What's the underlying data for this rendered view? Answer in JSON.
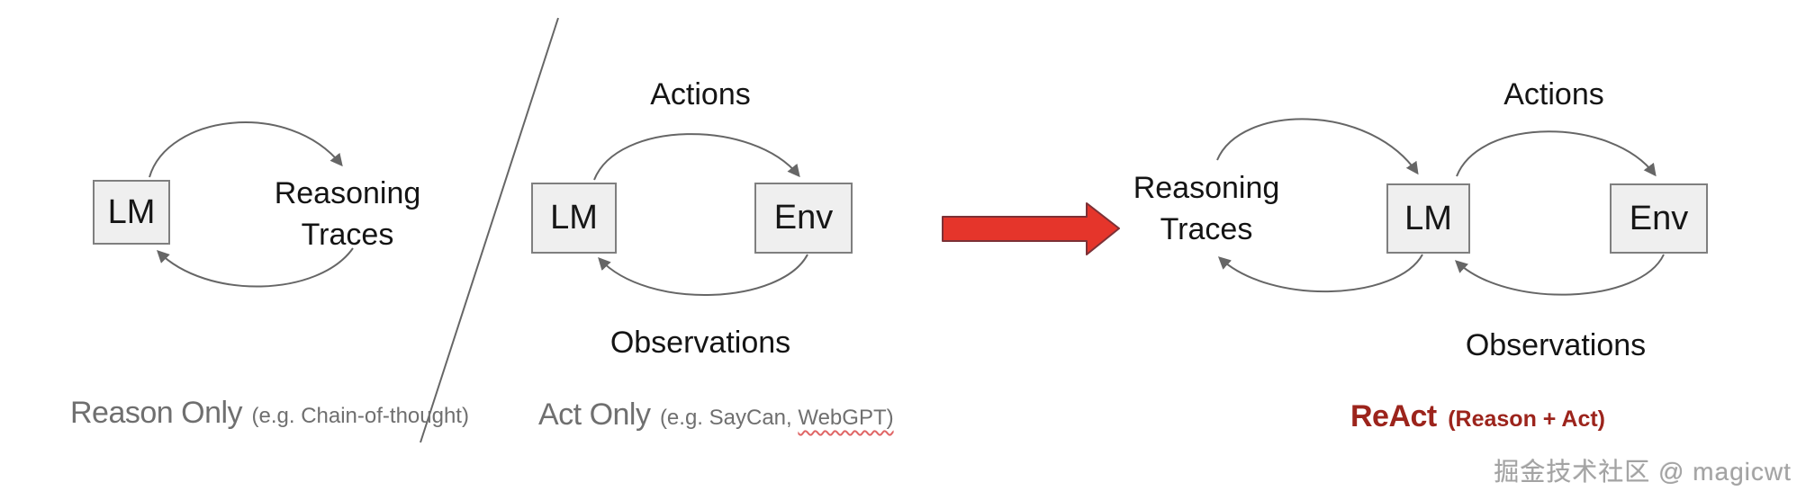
{
  "panels": {
    "reason_only": {
      "box_lm": "LM",
      "node_line1": "Reasoning",
      "node_line2": "Traces",
      "caption": "Reason Only",
      "caption_note": "(e.g. Chain-of-thought)"
    },
    "act_only": {
      "box_lm": "LM",
      "box_env": "Env",
      "top_label": "Actions",
      "bottom_label": "Observations",
      "caption": "Act Only",
      "caption_note_prefix": "(e.g. SayCan, ",
      "caption_note_flagged": "WebGPT)"
    },
    "react": {
      "node_line1": "Reasoning",
      "node_line2": "Traces",
      "box_lm": "LM",
      "box_env": "Env",
      "top_label": "Actions",
      "bottom_label": "Observations",
      "caption": "ReAct",
      "caption_note": "(Reason + Act)"
    }
  },
  "watermark": "掘金技术社区 @ magicwt",
  "colors": {
    "transform_arrow_fill": "#e5352b",
    "transform_arrow_stroke": "#7c3136",
    "react_caption": "#9c241c",
    "caption_gray": "#6f6f6f",
    "diagram_stroke": "#666666",
    "spellcheck_wavy": "#e06666",
    "box_fill": "#efefef",
    "box_border": "#7f7f7f"
  }
}
